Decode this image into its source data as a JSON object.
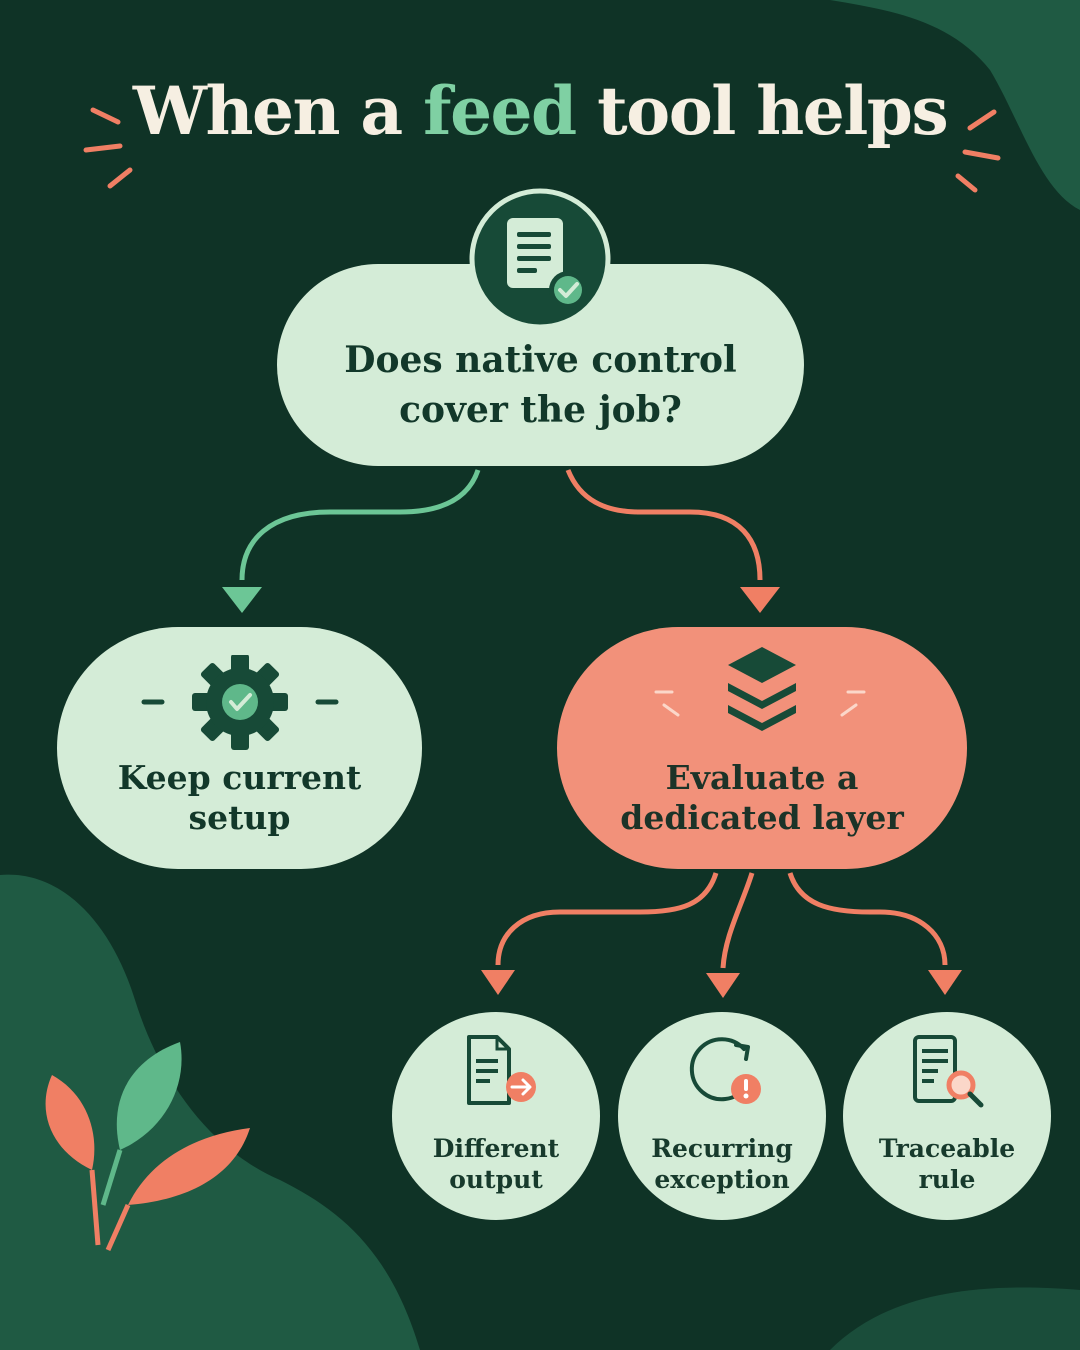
{
  "title": {
    "part1": "When a ",
    "accent": "feed",
    "part2": " tool helps"
  },
  "colors": {
    "background": "#0f3326",
    "mint": "#d4ecd7",
    "coral": "#f2917a",
    "green_accent": "#7fd0a3",
    "dark_text": "#12382a"
  },
  "flow": {
    "question": {
      "text": "Does native control\ncover the job?",
      "icon": "document-check-icon"
    },
    "yes_branch": {
      "text": "Keep current\nsetup",
      "icon": "gear-check-icon"
    },
    "no_branch": {
      "text": "Evaluate a\ndedicated layer",
      "icon": "layers-icon"
    },
    "reasons": [
      {
        "text": "Different\noutput",
        "icon": "document-arrow-icon"
      },
      {
        "text": "Recurring\nexception",
        "icon": "refresh-alert-icon"
      },
      {
        "text": "Traceable\nrule",
        "icon": "document-search-icon"
      }
    ]
  }
}
